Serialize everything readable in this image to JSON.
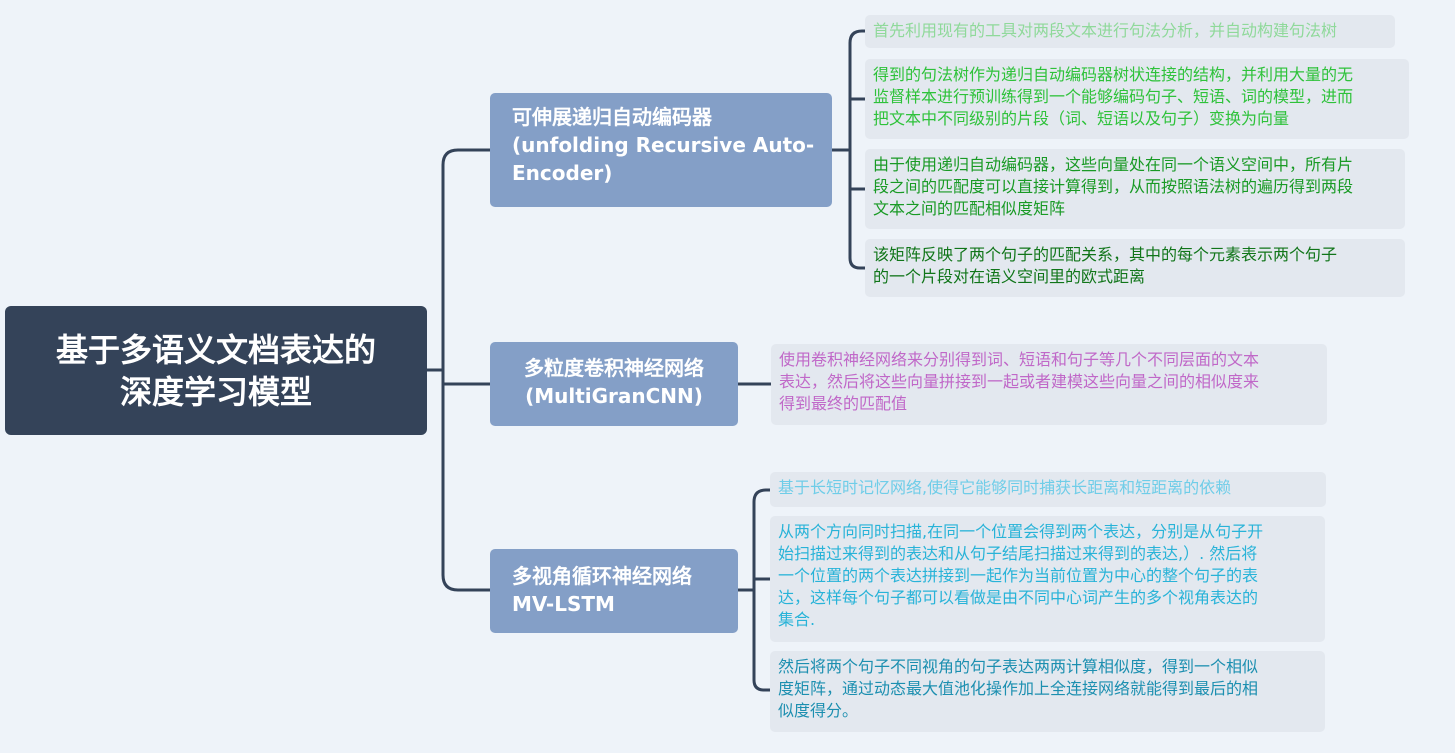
{
  "root": {
    "label": "基于多语义文档表达的\n深度学习模型"
  },
  "branches": [
    {
      "label": "可伸展递归自动编码器\n(unfolding Recursive Auto-\nEncoder)",
      "leaves": [
        {
          "text": "首先利用现有的工具对两段文本进行句法分析，并自动构建句法树",
          "color": "#8fd99a"
        },
        {
          "text": "得到的句法树作为递归自动编码器树状连接的结构，并利用大量的无\n监督样本进行预训练得到一个能够编码句子、短语、词的模型，进而\n把文本中不同级别的片段（词、短语以及句子）变换为向量",
          "color": "#2ec23a"
        },
        {
          "text": "由于使用递归自动编码器，这些向量处在同一个语义空间中，所有片\n段之间的匹配度可以直接计算得到，从而按照语法树的遍历得到两段\n文本之间的匹配相似度矩阵",
          "color": "#199a25"
        },
        {
          "text": "该矩阵反映了两个句子的匹配关系，其中的每个元素表示两个句子\n的一个片段对在语义空间里的欧式距离",
          "color": "#107519"
        }
      ]
    },
    {
      "label": "多粒度卷积神经网络\n(MultiGranCNN)",
      "leaves": [
        {
          "text": "使用卷积神经网络来分别得到词、短语和句子等几个不同层面的文本\n表达，然后将这些向量拼接到一起或者建模这些向量之间的相似度来\n得到最终的匹配值",
          "color": "#c068c8"
        }
      ]
    },
    {
      "label": "多视角循环神经网络\nMV-LSTM",
      "leaves": [
        {
          "text": "基于长短时记忆网络,使得它能够同时捕获长距离和短距离的依赖",
          "color": "#6fcde8"
        },
        {
          "text": "从两个方向同时扫描,在同一个位置会得到两个表达，分别是从句子开\n始扫描过来得到的表达和从句子结尾扫描过来得到的表达,）. 然后将\n一个位置的两个表达拼接到一起作为当前位置为中心的整个句子的表\n达，这样每个句子都可以看做是由不同中心词产生的多个视角表达的\n集合.",
          "color": "#28b3d8"
        },
        {
          "text": "然后将两个句子不同视角的句子表达两两计算相似度，得到一个相似\n度矩阵，通过动态最大值池化操作加上全连接网络就能得到最后的相\n似度得分。",
          "color": "#1c8fb0"
        }
      ]
    }
  ]
}
